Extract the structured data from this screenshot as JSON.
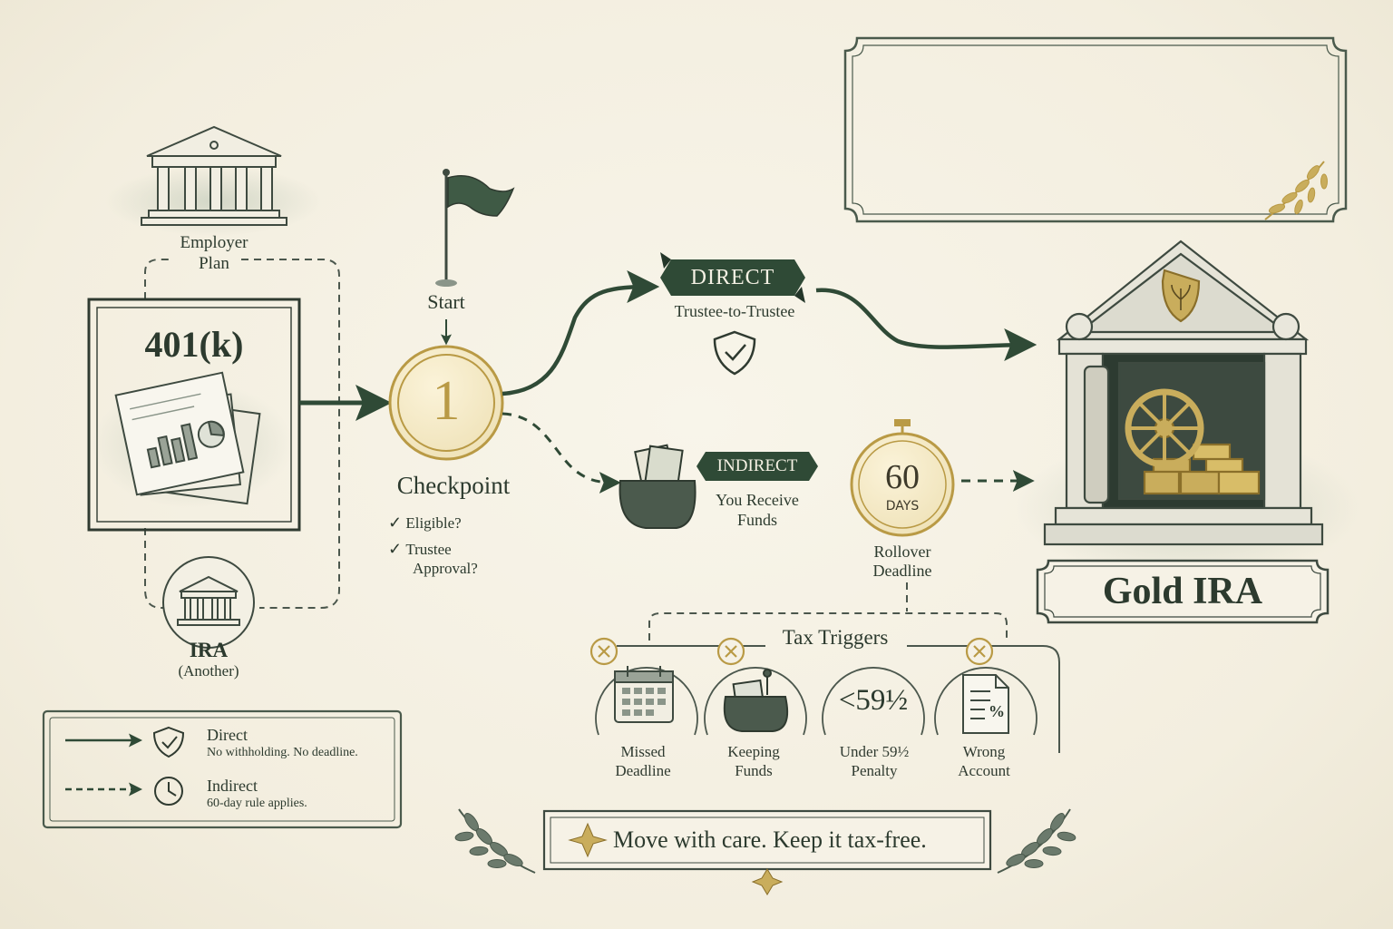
{
  "sources": {
    "employer_plan": {
      "line1": "Employer",
      "line2": "Plan"
    },
    "k401": {
      "title": "401(k)"
    },
    "ira": {
      "title": "IRA",
      "subtitle": "(Another)"
    }
  },
  "start": {
    "label": "Start"
  },
  "checkpoint": {
    "number": "1",
    "title": "Checkpoint",
    "checks": [
      "Eligible?",
      "Trustee",
      "Approval?"
    ]
  },
  "direct": {
    "banner": "DIRECT",
    "sub": "Trustee-to-Trustee"
  },
  "indirect": {
    "banner": "INDIRECT",
    "sub1": "You Receive",
    "sub2": "Funds"
  },
  "deadline": {
    "number": "60",
    "unit": "DAYS",
    "line1": "Rollover",
    "line2": "Deadline"
  },
  "destination": {
    "title": "Gold IRA"
  },
  "tax_triggers": {
    "title": "Tax Triggers",
    "items": [
      {
        "line1": "Missed",
        "line2": "Deadline",
        "icon": "calendar-icon"
      },
      {
        "line1": "Keeping",
        "line2": "Funds",
        "icon": "purse-icon"
      },
      {
        "line1": "Under 59½",
        "line2": "Penalty",
        "icon_text": "<59½"
      },
      {
        "line1": "Wrong",
        "line2": "Account",
        "icon": "document-percent-icon",
        "icon_text": "%"
      }
    ]
  },
  "legend": {
    "direct": {
      "title": "Direct",
      "desc": "No withholding. No deadline."
    },
    "indirect": {
      "title": "Indirect",
      "desc": "60-day rule applies."
    }
  },
  "footer": {
    "motto": "Move with care. Keep it tax-free."
  },
  "colors": {
    "green": "#2f4a36",
    "gold": "#b99a45",
    "paper": "#f5f1e4",
    "ink": "#2c3a2e"
  }
}
